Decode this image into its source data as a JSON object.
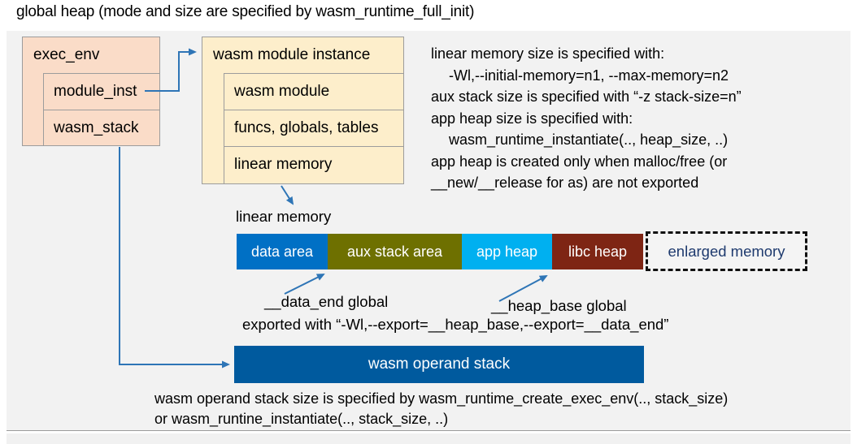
{
  "title": "global heap (mode and size are specified by wasm_runtime_full_init)",
  "exec_env": {
    "header": "exec_env",
    "rows": [
      "module_inst",
      "wasm_stack"
    ]
  },
  "module_instance": {
    "header": "wasm module instance",
    "rows": [
      "wasm module",
      "funcs, globals, tables",
      "linear memory"
    ]
  },
  "notes": {
    "lines": [
      "linear memory size is specified with:",
      "-Wl,--initial-memory=n1, --max-memory=n2",
      "aux stack size is specified with “-z stack-size=n”",
      "app heap size is specified with:",
      "wasm_runtime_instantiate(.., heap_size, ..)",
      "app heap is created only when malloc/free (or",
      "__new/__release for as) are not exported"
    ]
  },
  "labels": {
    "linear_memory": "linear memory"
  },
  "memory_bar": {
    "segments": [
      {
        "label": "data area",
        "color": "#0070c5"
      },
      {
        "label": "aux stack area",
        "color": "#6e7000"
      },
      {
        "label": "app heap",
        "color": "#00b0f0"
      },
      {
        "label": "libc heap",
        "color": "#7e2514"
      }
    ],
    "enlarged": {
      "label": "enlarged memory",
      "text_color": "#1e3a6e"
    }
  },
  "annotations": {
    "data_end": "__data_end global",
    "heap_base": "__heap_base global",
    "exported": "exported with “-Wl,--export=__heap_base,--export=__data_end”"
  },
  "operand_stack": {
    "label": "wasm operand stack",
    "color": "#005a9e"
  },
  "bottom_note": {
    "lines": [
      "wasm operand stack size is specified by wasm_runtime_create_exec_env(.., stack_size)",
      "or wasm_runtine_instantiate(.., stack_size, ..)"
    ]
  },
  "colors": {
    "arrow": "#2e75b6"
  }
}
